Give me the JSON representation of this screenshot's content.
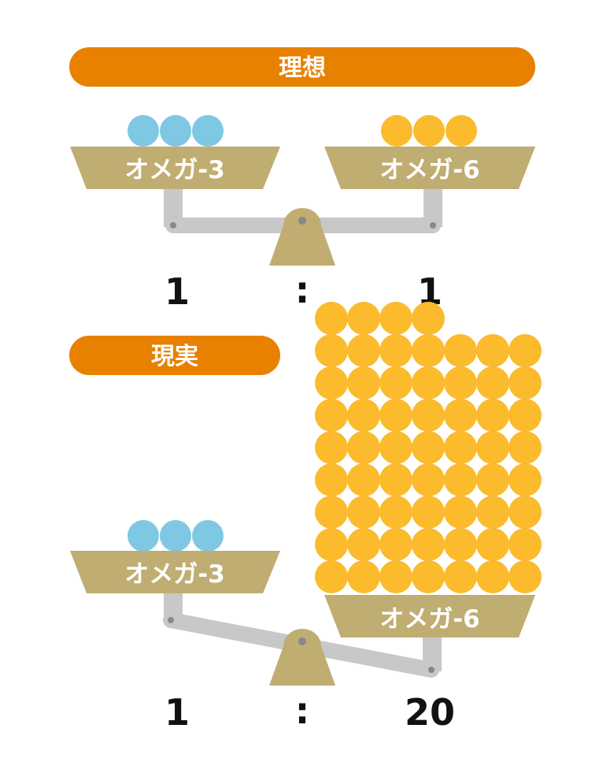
{
  "colors": {
    "banner": "#E88000",
    "omega3_ball": "#7EC8E3",
    "omega6_ball": "#FBBB2C",
    "tray": "#C0AD72",
    "beam": "#C8C8C8",
    "fulcrum": "#C0AD72",
    "pin": "#888888",
    "ratio_text": "#111111"
  },
  "ideal": {
    "title": "理想",
    "left_tray_label": "オメガ-3",
    "right_tray_label": "オメガ-6",
    "ratio": {
      "left": "1",
      "separator": ":",
      "right": "1"
    },
    "omega3_balls": 3,
    "omega6_balls": 3
  },
  "reality": {
    "title": "現実",
    "left_tray_label": "オメガ-3",
    "right_tray_label": "オメガ-6",
    "ratio": {
      "left": "1",
      "separator": ":",
      "right": "20"
    },
    "omega3_balls": 3,
    "omega6_balls": 60
  }
}
